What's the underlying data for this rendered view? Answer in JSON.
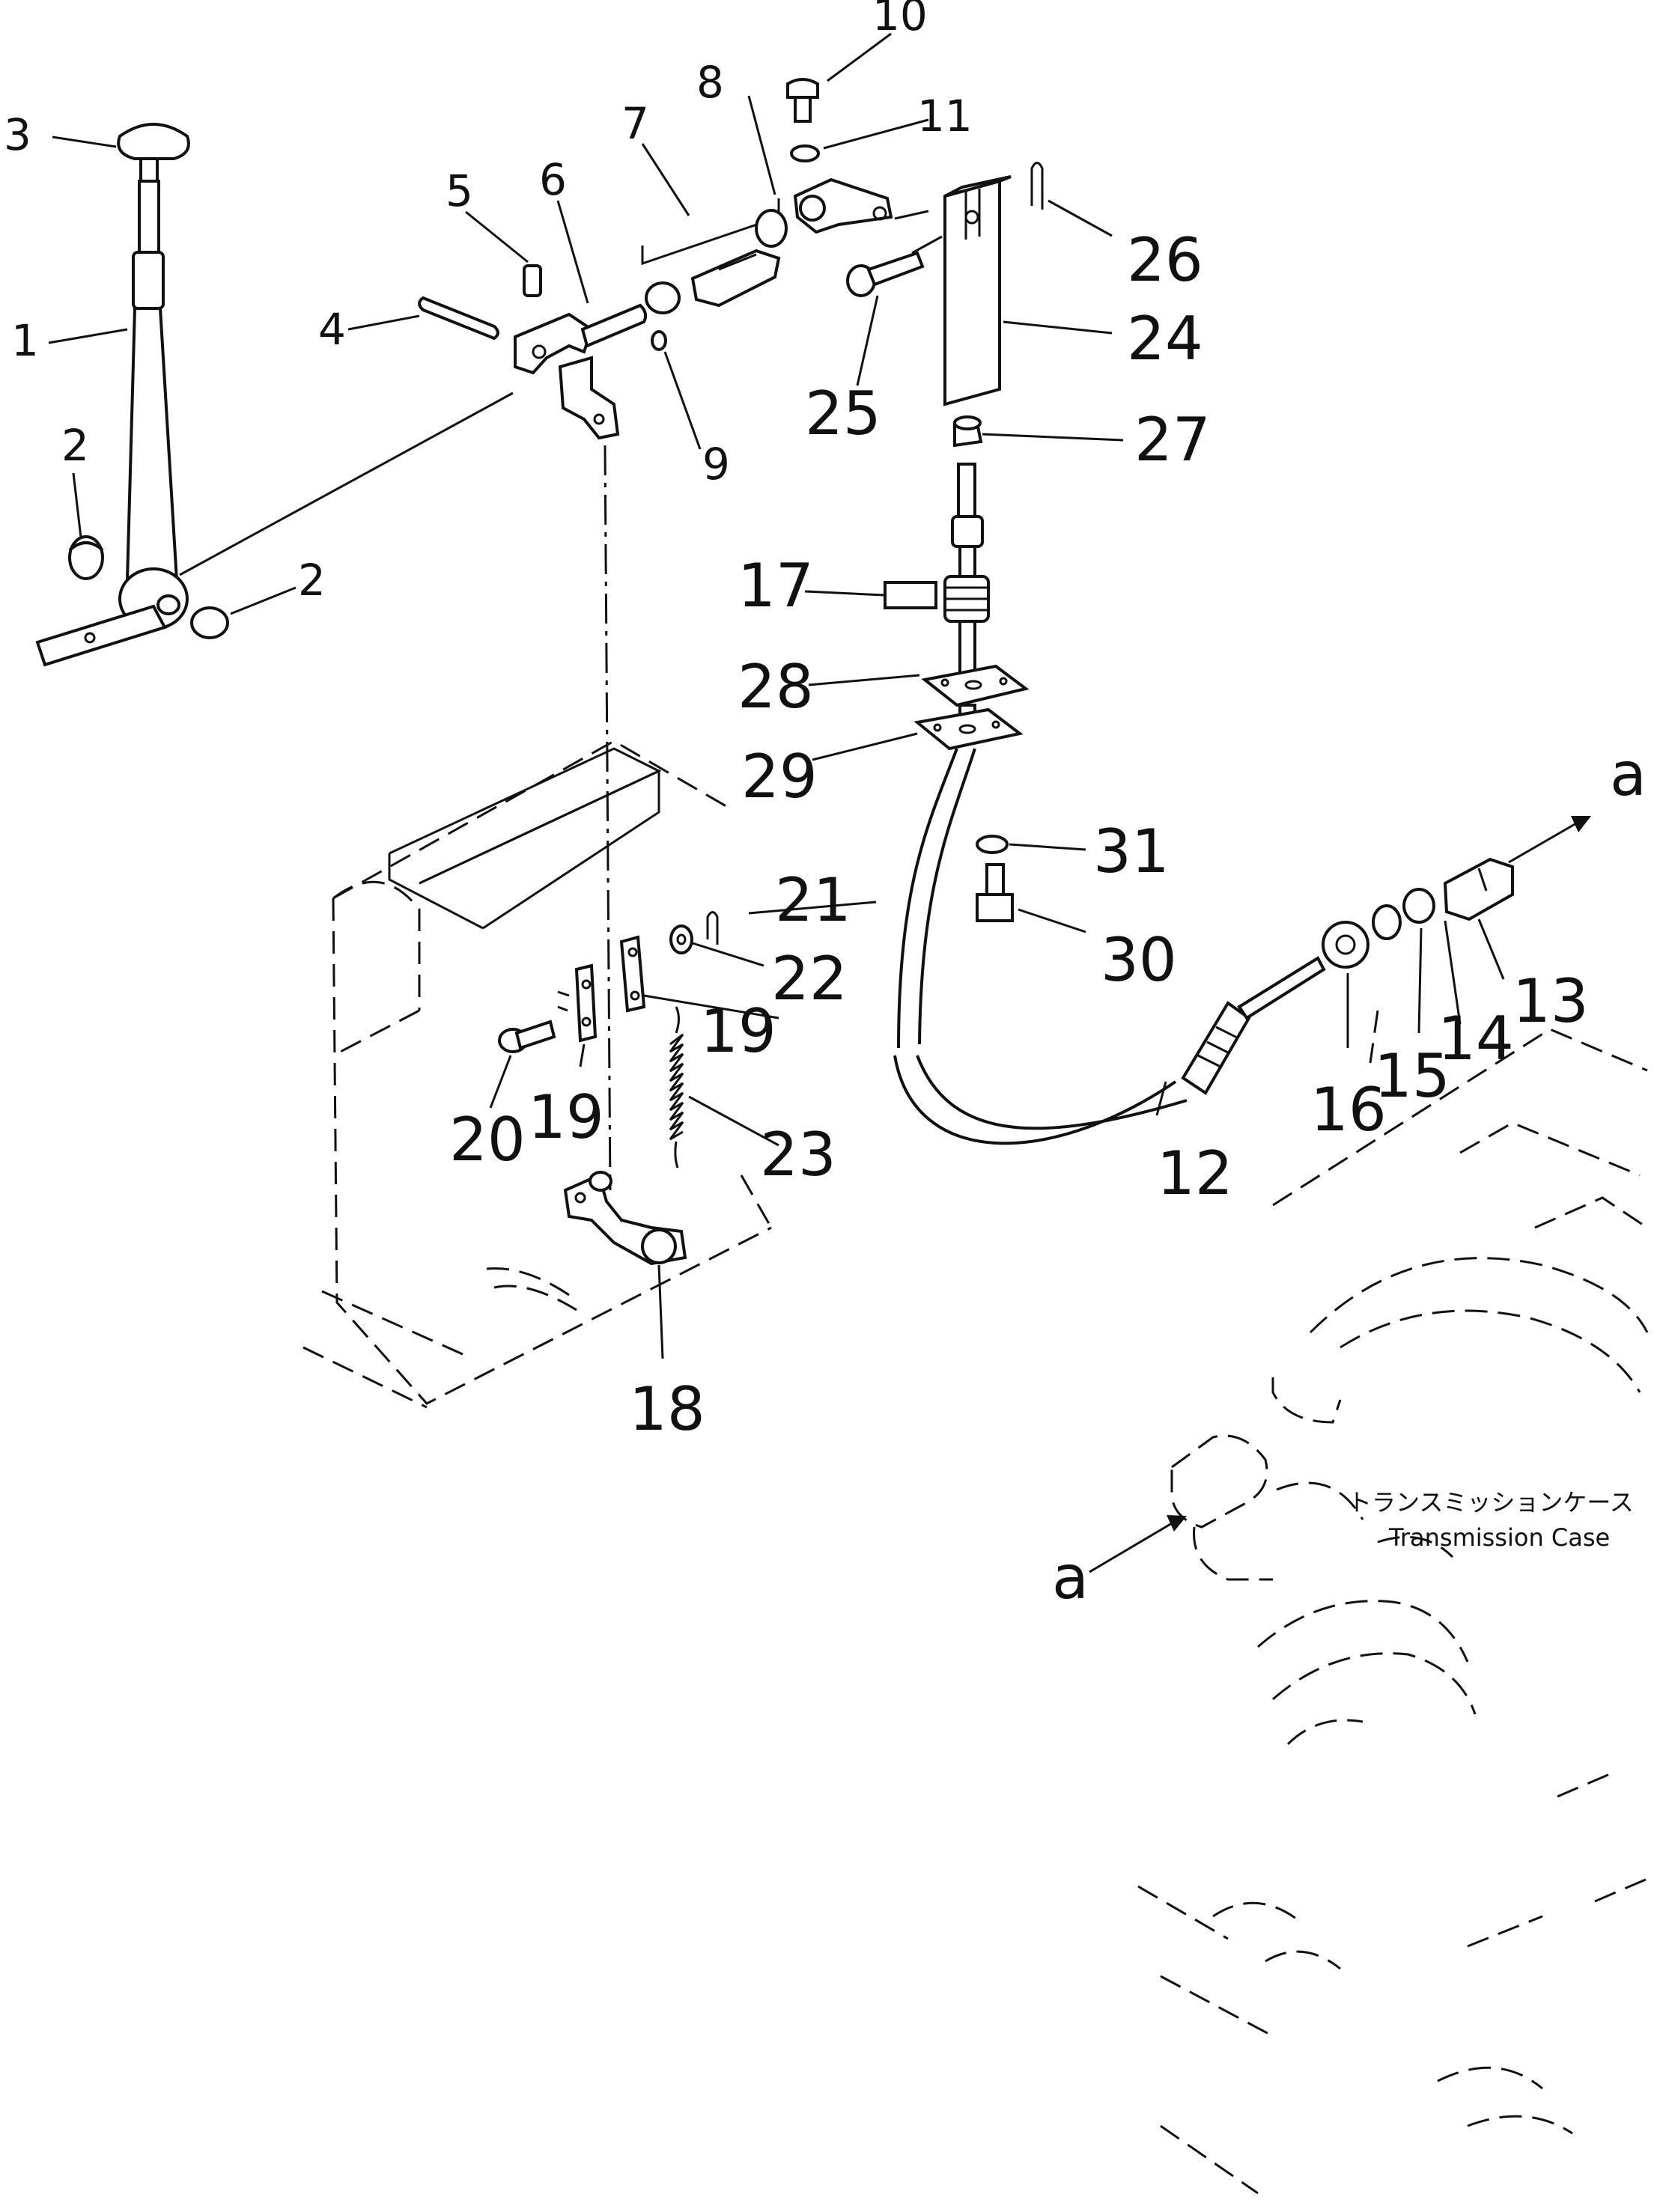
{
  "callouts": {
    "c1": "1",
    "c2a": "2",
    "c2b": "2",
    "c3": "3",
    "c4": "4",
    "c5": "5",
    "c6": "6",
    "c7": "7",
    "c8": "8",
    "c9": "9",
    "c10": "10",
    "c11": "11",
    "c12": "12",
    "c13": "13",
    "c14": "14",
    "c15": "15",
    "c16": "16",
    "c17": "17",
    "c18": "18",
    "c19a": "19",
    "c19b": "19",
    "c20": "20",
    "c21": "21",
    "c22": "22",
    "c23": "23",
    "c24": "24",
    "c25": "25",
    "c26": "26",
    "c27": "27",
    "c28": "28",
    "c29": "29",
    "c30": "30",
    "c31": "31"
  },
  "connector_refs": {
    "top_right": "a",
    "bottom_left": "a"
  },
  "transmission_case": {
    "label_jp": "トランスミッションケース",
    "label_en": "Transmission Case"
  },
  "colors": {
    "ink": "#111111",
    "paper": "#ffffff"
  }
}
